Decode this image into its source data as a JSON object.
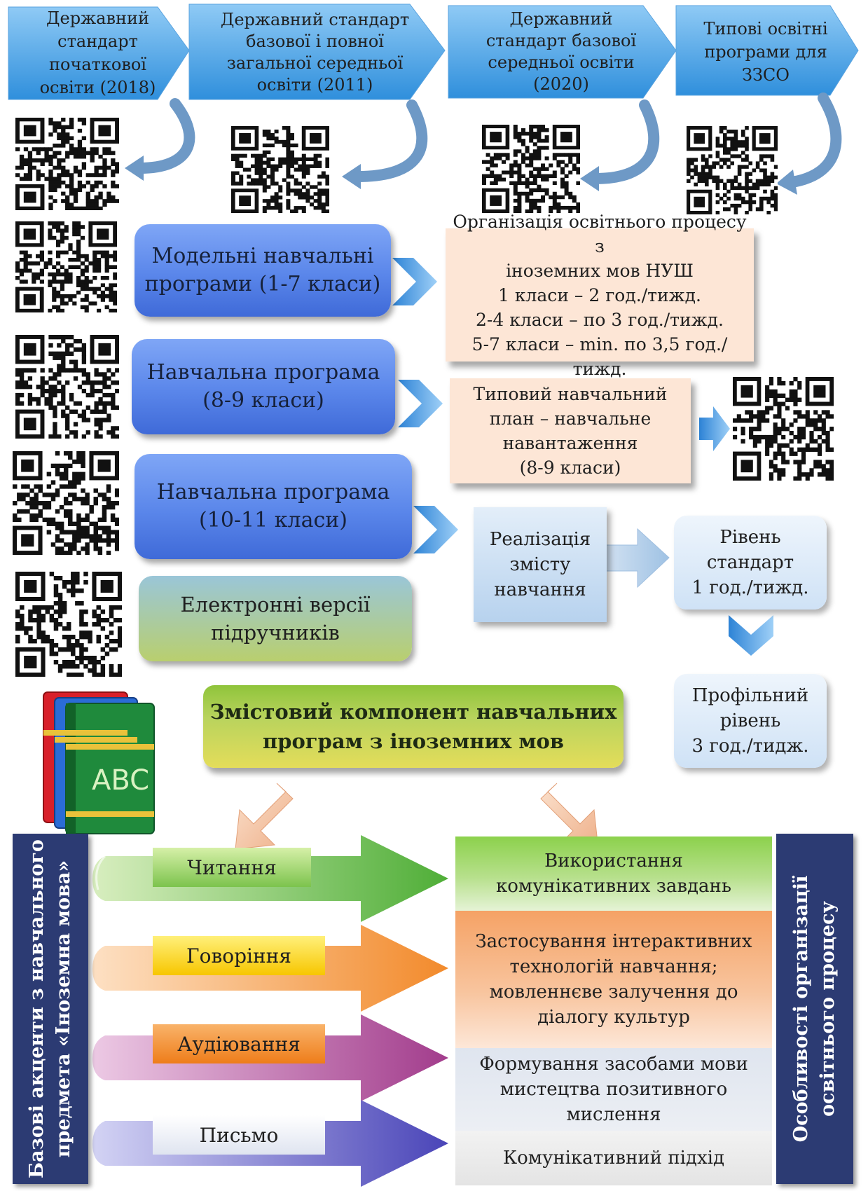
{
  "standards": [
    {
      "label": "Державний\nстандарт початкової\nосвіти (2018)"
    },
    {
      "label": "Державний стандарт\nбазової і повної\nзагальної середньої\nосвіти (2011)"
    },
    {
      "label": "Державний\nстандарт базової\nсередньої освіти\n(2020)"
    },
    {
      "label": "Типові освітні\nпрограми для\nЗЗСО"
    }
  ],
  "programs": {
    "model": "Модельні навчальні\nпрограми (1-7 класи)",
    "p89": "Навчальна програма\n(8-9 класи)",
    "p1011": "Навчальна програма\n(10-11 класи)",
    "ebooks": "Електронні версії\nпідручників"
  },
  "organization": "Організація освітнього процесу з\nіноземних мов НУШ\n1 класи – 2 год./тижд.\n2-4 класи – по 3 год./тижд.\n5-7 класи – min. по 3,5 год./тижд.",
  "typical_plan": "Типовий навчальний\nплан – навчальне\nнавантаження\n(8-9 класи)",
  "realization": "Реалізація\nзмісту\nнавчання",
  "standard_level": "Рівень\nстандарт\n1 год./тижд.",
  "profile_level": "Профільний\nрівень\n3 год./тидж.",
  "content_component": "Змістовий компонент навчальних\nпрограм з іноземних мов",
  "book_label": "ABC",
  "left_bar": "Базові акценти з навчального\nпредмета «Іноземна мова»",
  "right_bar": "Особливості організації\nосвітнього процесу",
  "skills": [
    {
      "label": "Читання",
      "color": "#62b233"
    },
    {
      "label": "Говоріння",
      "color": "#f39a3c"
    },
    {
      "label": "Аудіювання",
      "color": "#b64a9e"
    },
    {
      "label": "Письмо",
      "color": "#5c58c4"
    }
  ],
  "features": [
    {
      "label": "Використання\nкомунікативних завдань"
    },
    {
      "label": "Застосування інтерактивних\nтехнологій навчання;\nмовленнєве залучення до\nдіалогу культур"
    },
    {
      "label": "Формування засобами мови\nмистецтва позитивного\nмислення"
    },
    {
      "label": "Комунікативний підхід"
    }
  ]
}
